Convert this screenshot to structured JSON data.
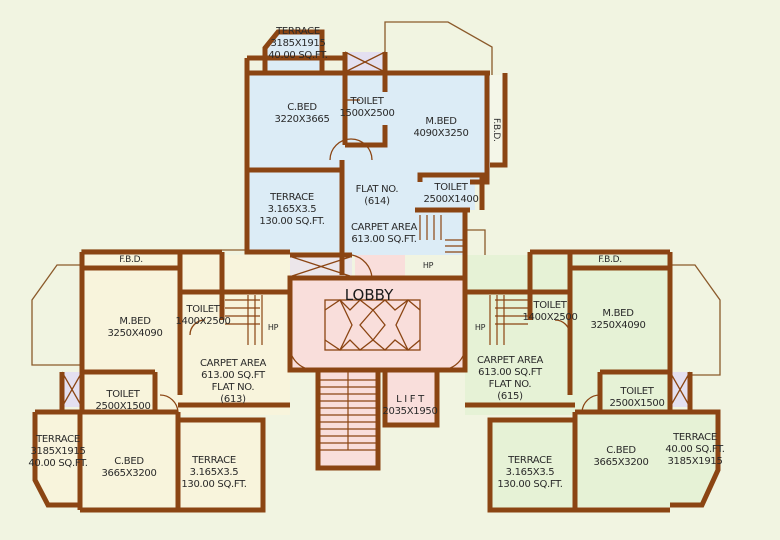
{
  "colors": {
    "background": "#f1f4e1",
    "wall": "#8b4513",
    "flat_614_fill": "#dcecf6",
    "flat_613_fill": "#f8f4dc",
    "flat_615_fill": "#e6f2d6",
    "lobby_fill": "#f9dedb",
    "duct_fill": "#e4e0f0",
    "text": "#2a2a2a"
  },
  "lobby": {
    "label": "LOBBY"
  },
  "lift": {
    "label": "L I F T",
    "size": "2035X1950"
  },
  "flats": [
    {
      "id": "614",
      "flat_no_label": "FLAT NO.",
      "flat_no": "(614)",
      "carpet_label": "CARPET AREA",
      "carpet_value": "613.00 SQ.FT.",
      "rooms": [
        {
          "name": "TERRACE",
          "size": "3185X1915",
          "area": "40.00 SQ.FT."
        },
        {
          "name": "C.BED",
          "size": "3220X3665"
        },
        {
          "name": "TOILET",
          "size": "1500X2500"
        },
        {
          "name": "M.BED",
          "size": "4090X3250"
        },
        {
          "name": "F.B.D."
        },
        {
          "name": "TERRACE",
          "size": "3.165X3.5",
          "area": "130.00 SQ.FT."
        },
        {
          "name": "TOILET",
          "size": "2500X1400"
        }
      ]
    },
    {
      "id": "613",
      "flat_no_label": "FLAT NO.",
      "flat_no": "(613)",
      "carpet_label": "CARPET AREA",
      "carpet_value": "613.00 SQ.FT",
      "rooms": [
        {
          "name": "F.B.D."
        },
        {
          "name": "M.BED",
          "size": "3250X4090"
        },
        {
          "name": "TOILET",
          "size": "1400X2500"
        },
        {
          "name": "TOILET",
          "size": "2500X1500"
        },
        {
          "name": "TERRACE",
          "size": "3185X1915",
          "area": "40.00 SQ.FT."
        },
        {
          "name": "C.BED",
          "size": "3665X3200"
        },
        {
          "name": "TERRACE",
          "size": "3.165X3.5",
          "area": "130.00 SQ.FT."
        }
      ]
    },
    {
      "id": "615",
      "flat_no_label": "FLAT NO.",
      "flat_no": "(615)",
      "carpet_label": "CARPET AREA",
      "carpet_value": "613.00 SQ.FT",
      "rooms": [
        {
          "name": "F.B.D."
        },
        {
          "name": "M.BED",
          "size": "3250X4090"
        },
        {
          "name": "TOILET",
          "size": "1400X2500"
        },
        {
          "name": "TOILET",
          "size": "2500X1500"
        },
        {
          "name": "TERRACE",
          "size": "3.165X3.5",
          "area": "130.00 SQ.FT."
        },
        {
          "name": "C.BED",
          "size": "3665X3200"
        },
        {
          "name": "TERRACE",
          "size": "3185X1915",
          "area": "40.00 SQ.FT."
        }
      ]
    }
  ],
  "hp_labels": [
    "HP",
    "HP",
    "HP"
  ]
}
